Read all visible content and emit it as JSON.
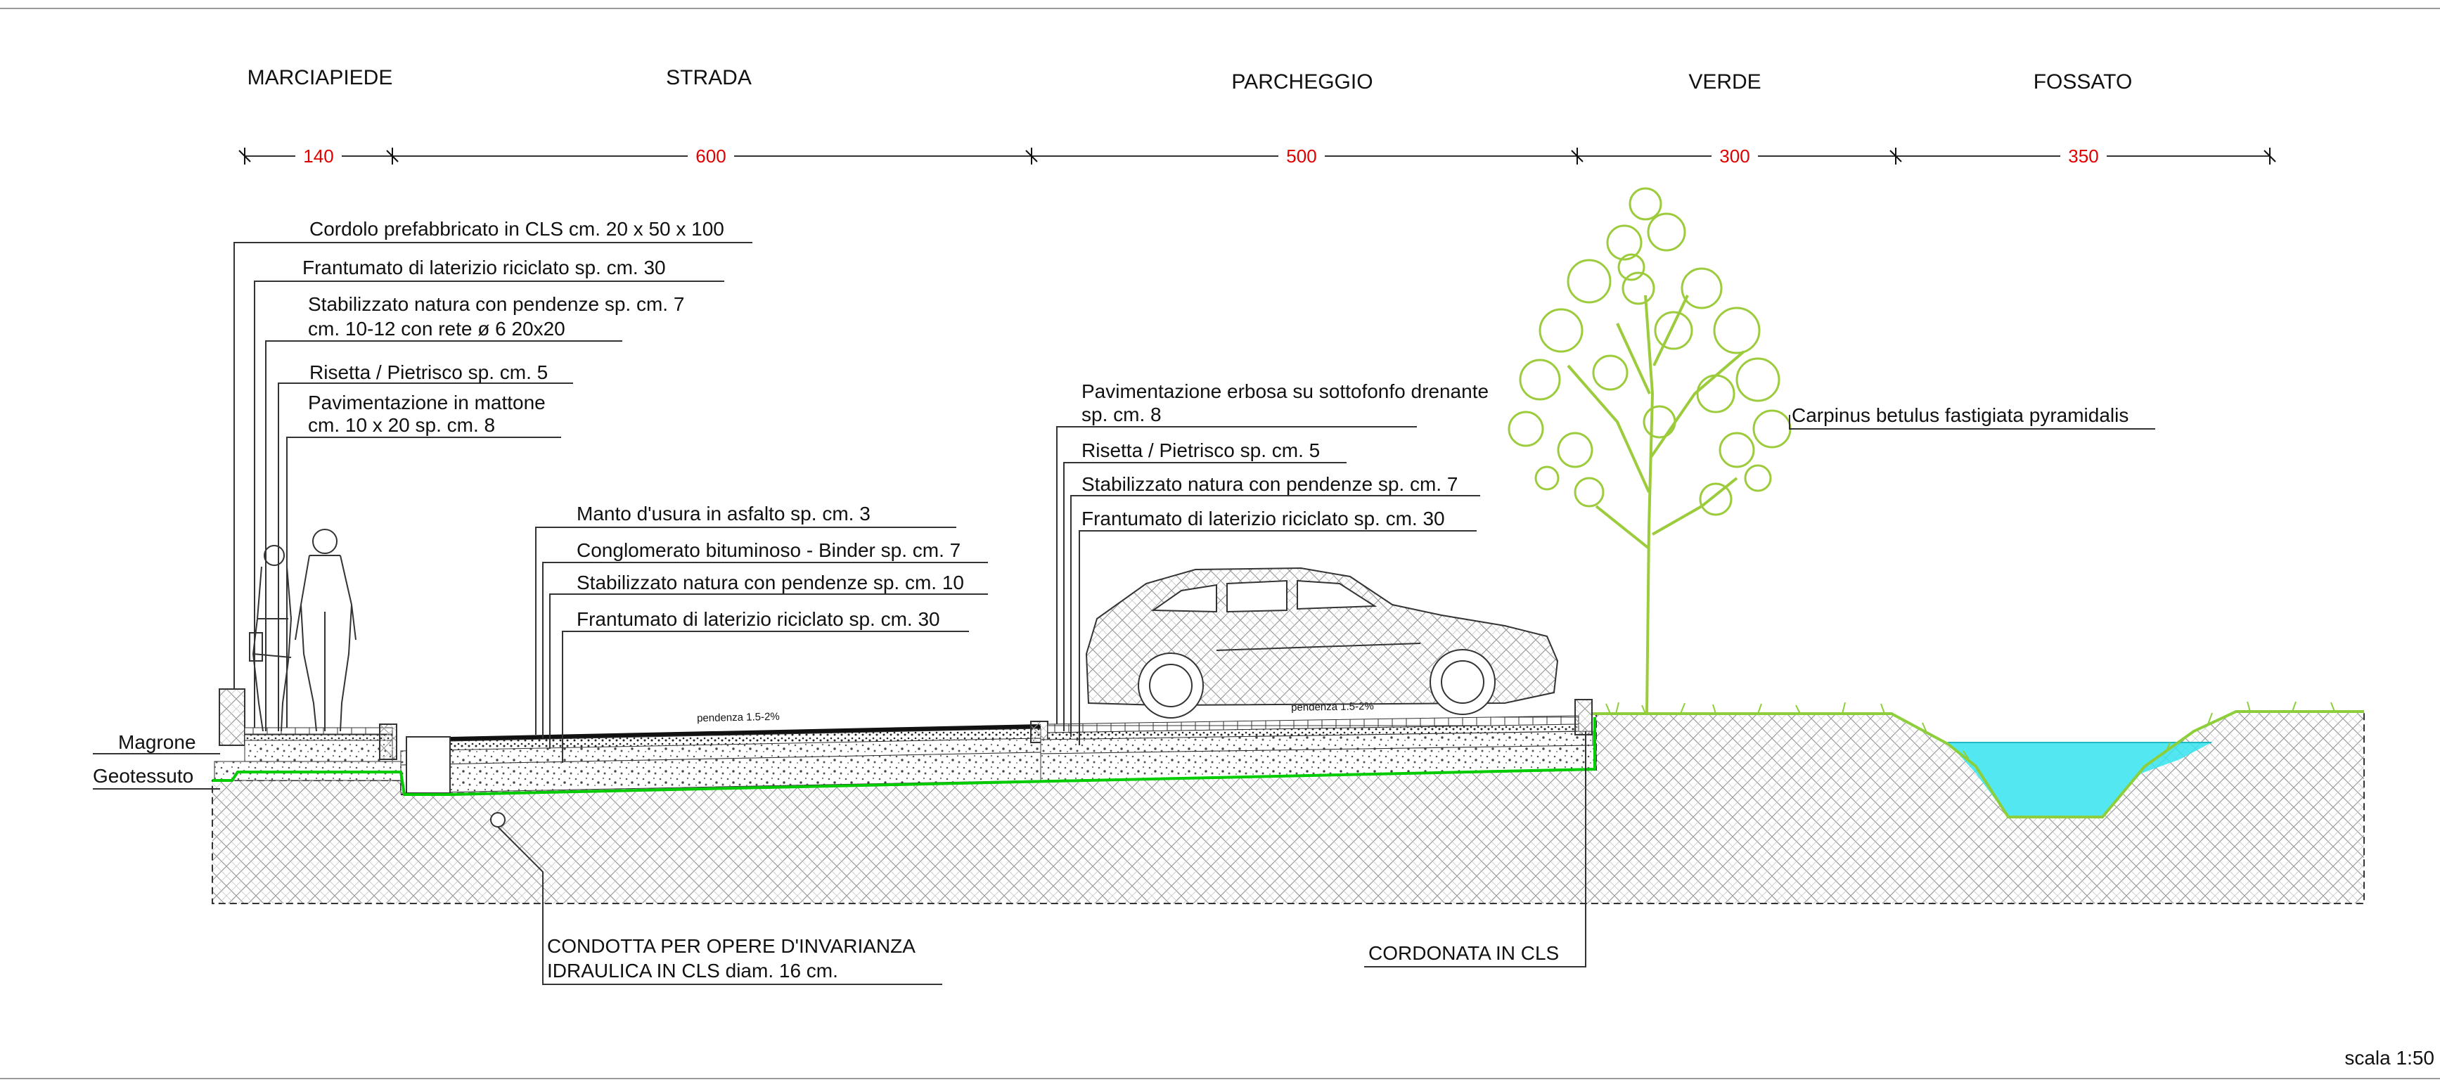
{
  "sections": [
    {
      "name": "MARCIAPIEDE",
      "width": "140"
    },
    {
      "name": "STRADA",
      "width": "600"
    },
    {
      "name": "PARCHEGGIO",
      "width": "500"
    },
    {
      "name": "VERDE",
      "width": "300"
    },
    {
      "name": "FOSSATO",
      "width": "350"
    }
  ],
  "labels": {
    "cordolo": "Cordolo prefabbricato in CLS cm. 20 x 50 x 100",
    "frantumato_sidewalk": "Frantumato di laterizio riciclato sp. cm. 30",
    "stabilizzato_sidewalk_1": "Stabilizzato natura con pendenze sp. cm. 7",
    "stabilizzato_sidewalk_2": "cm. 10-12  con   rete   ø 6   20x20",
    "risetta_sidewalk": "Risetta / Pietrisco sp. cm. 5",
    "pavimentazione_mattone_1": "Pavimentazione in mattone",
    "pavimentazione_mattone_2": "cm. 10 x 20 sp. cm. 8",
    "manto_usura": "Manto d'usura in asfalto sp. cm. 3",
    "conglomerato": "Conglomerato bituminoso - Binder sp. cm. 7",
    "stabilizzato_road": "Stabilizzato natura con pendenze sp. cm. 10",
    "frantumato_road": "Frantumato di laterizio riciclato sp. cm. 30",
    "pav_erbosa_1": "Pavimentazione erbosa su sottofonfo drenante",
    "pav_erbosa_2": "sp. cm. 8",
    "risetta_parking": "Risetta / Pietrisco sp. cm. 5",
    "stabilizzato_parking": "Stabilizzato natura con pendenze sp. cm. 7",
    "frantumato_parking": "Frantumato di laterizio riciclato sp. cm. 30",
    "carpinus": "Carpinus betulus fastigiata pyramidalis",
    "magrone": "Magrone",
    "geotessuto": "Geotessuto",
    "condotta_1": "CONDOTTA PER OPERE D'INVARIANZA",
    "condotta_2": "IDRAULICA IN CLS diam. 16 cm.",
    "cordonata": "CORDONATA IN CLS",
    "pendenza_road": "pendenza 1.5-2%",
    "pendenza_parking": "pendenza 1.5-2%",
    "scala": "scala 1:50"
  },
  "colors": {
    "dimension_text": "#e00000",
    "geotextile": "#00cc00",
    "tree": "#9ccc3c",
    "water": "#35e4ee",
    "grass": "#8ccf3a"
  }
}
